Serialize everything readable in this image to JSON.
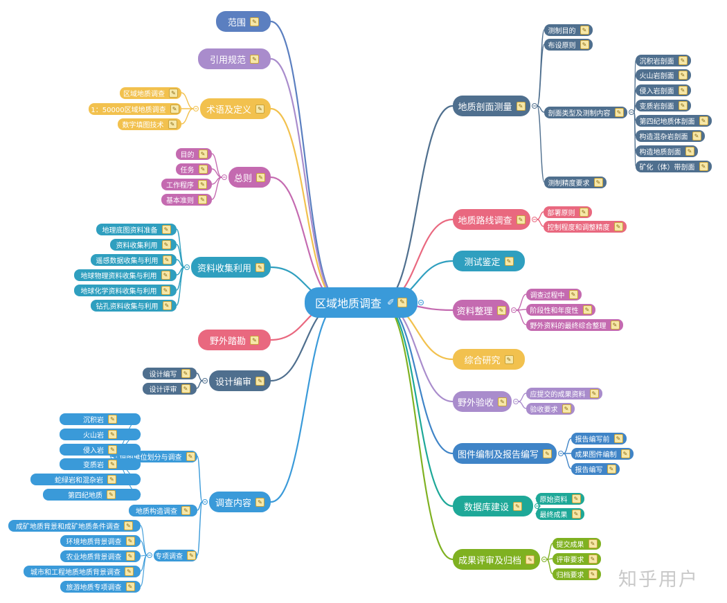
{
  "root": {
    "label": "区域地质调查"
  },
  "watermark": "知乎用户",
  "colors": {
    "dark_slate": "#4f6f8e",
    "pink": "#e9687f",
    "teal": "#2f9fbf",
    "violet_pink": "#c46ab0",
    "gold": "#f2c14e",
    "lavender": "#a98ccc",
    "blue": "#3f84c7",
    "green_teal": "#1ea898",
    "lime": "#7fb121",
    "steel_blue": "#5b7fc0",
    "sky": "#3a9ad9",
    "slate": "#516a8a"
  },
  "left_branches": [
    {
      "label": "范围",
      "color": "#5b7fc0",
      "children": []
    },
    {
      "label": "引用规范",
      "color": "#a98ccc",
      "children": []
    },
    {
      "label": "术语及定义",
      "color": "#f2c14e",
      "children": [
        {
          "label": "区域地质调查"
        },
        {
          "label": "1：50000区域地质调查"
        },
        {
          "label": "数字填图技术"
        }
      ]
    },
    {
      "label": "总则",
      "color": "#c46ab0",
      "children": [
        {
          "label": "目的"
        },
        {
          "label": "任务"
        },
        {
          "label": "工作程序"
        },
        {
          "label": "基本准则"
        }
      ]
    },
    {
      "label": "资料收集利用",
      "color": "#2f9fbf",
      "children": [
        {
          "label": "地理底图资料准备"
        },
        {
          "label": "资料收集利用"
        },
        {
          "label": "遥感数据收集与利用"
        },
        {
          "label": "地球物理资料收集与利用"
        },
        {
          "label": "地球化学资料收集与利用"
        },
        {
          "label": "钻孔资料收集与利用"
        }
      ]
    },
    {
      "label": "野外踏勘",
      "color": "#e9687f",
      "children": []
    },
    {
      "label": "设计编审",
      "color": "#4f6f8e",
      "children": [
        {
          "label": "设计编写"
        },
        {
          "label": "设计评审"
        }
      ]
    },
    {
      "label": "调查内容",
      "color": "#3a9ad9",
      "children": [
        {
          "label": "填图单位划分与调查",
          "children": [
            {
              "label": "沉积岩"
            },
            {
              "label": "火山岩"
            },
            {
              "label": "侵入岩"
            },
            {
              "label": "变质岩"
            },
            {
              "label": "蛇绿岩和混杂岩"
            },
            {
              "label": "第四纪地质"
            }
          ]
        },
        {
          "label": "地质构造调查"
        },
        {
          "label": "专项调查",
          "children": [
            {
              "label": "成矿地质背景和成矿地质条件调查"
            },
            {
              "label": "环境地质背景调查"
            },
            {
              "label": "农业地质背景调查"
            },
            {
              "label": "城市和工程地质地质背景调查"
            },
            {
              "label": "旅游地质专项调查"
            }
          ]
        }
      ]
    }
  ],
  "right_branches": [
    {
      "label": "地质剖面测量",
      "color": "#4f6f8e",
      "children": [
        {
          "label": "测制目的"
        },
        {
          "label": "布设原则"
        },
        {
          "label": "剖面类型及测制内容",
          "children": [
            {
              "label": "沉积岩剖面"
            },
            {
              "label": "火山岩剖面"
            },
            {
              "label": "侵入岩剖面"
            },
            {
              "label": "变质岩剖面"
            },
            {
              "label": "第四纪地质体剖面"
            },
            {
              "label": "构造混杂岩剖面"
            },
            {
              "label": "构造地质剖面"
            },
            {
              "label": "矿化（体）带剖面"
            }
          ]
        },
        {
          "label": "测制精度要求"
        }
      ]
    },
    {
      "label": "地质路线调查",
      "color": "#e9687f",
      "children": [
        {
          "label": "部署原则"
        },
        {
          "label": "控制程度和调整精度"
        }
      ]
    },
    {
      "label": "测试鉴定",
      "color": "#2f9fbf",
      "children": []
    },
    {
      "label": "资料整理",
      "color": "#c46ab0",
      "children": [
        {
          "label": "调查过程中"
        },
        {
          "label": "阶段性和年度性"
        },
        {
          "label": "野外资料的最终综合整理"
        }
      ]
    },
    {
      "label": "综合研究",
      "color": "#f2c14e",
      "children": []
    },
    {
      "label": "野外验收",
      "color": "#a98ccc",
      "children": [
        {
          "label": "应提交的成果资料"
        },
        {
          "label": "验收要求"
        }
      ]
    },
    {
      "label": "图件编制及报告编写",
      "color": "#3f84c7",
      "children": [
        {
          "label": "报告编写前"
        },
        {
          "label": "成果图件编制"
        },
        {
          "label": "报告编写"
        }
      ]
    },
    {
      "label": "数据库建设",
      "color": "#1ea898",
      "children": [
        {
          "label": "原始资料"
        },
        {
          "label": "最终成果"
        }
      ]
    },
    {
      "label": "成果评审及归档",
      "color": "#7fb121",
      "children": [
        {
          "label": "提交成果"
        },
        {
          "label": "评审要求"
        },
        {
          "label": "归档要求"
        }
      ]
    }
  ]
}
